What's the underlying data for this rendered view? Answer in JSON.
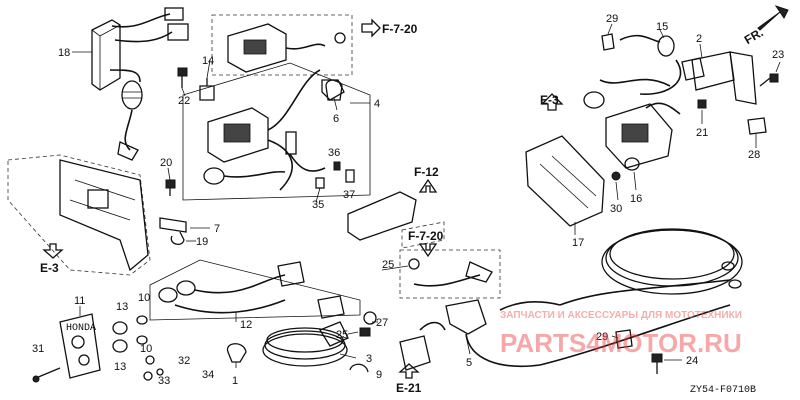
{
  "diagram": {
    "part_labels": {
      "p1": "1",
      "p2": "2",
      "p3": "3",
      "p4": "4",
      "p5": "5",
      "p6": "6",
      "p7": "7",
      "p9": "9",
      "p10a": "10",
      "p10b": "10",
      "p11": "11",
      "p12": "12",
      "p13a": "13",
      "p13b": "13",
      "p14": "14",
      "p15": "15",
      "p16": "16",
      "p17": "17",
      "p18": "18",
      "p19": "19",
      "p20": "20",
      "p21": "21",
      "p22": "22",
      "p23": "23",
      "p24": "24",
      "p25a": "25",
      "p25b": "25",
      "p27": "27",
      "p28": "28",
      "p29a": "29",
      "p29b": "29",
      "p30": "30",
      "p31": "31",
      "p32": "32",
      "p33": "33",
      "p34": "34",
      "p35": "35",
      "p36": "36",
      "p37": "37"
    },
    "refs": {
      "f720_top": "F-7-20",
      "f720_mid": "F-7-20",
      "f12": "F-12",
      "e3_left": "E-3",
      "e3_right": "E-3",
      "e21": "E-21"
    },
    "direction_tag": "FR.",
    "drawing_code": "ZY54-F0710B",
    "watermark": {
      "caption": "ЗАПЧАСТИ И АКСЕССУАРЫ ДЛЯ МОТОТЕХНИКИ",
      "site": "PARTS4MOTOR.RU"
    }
  }
}
